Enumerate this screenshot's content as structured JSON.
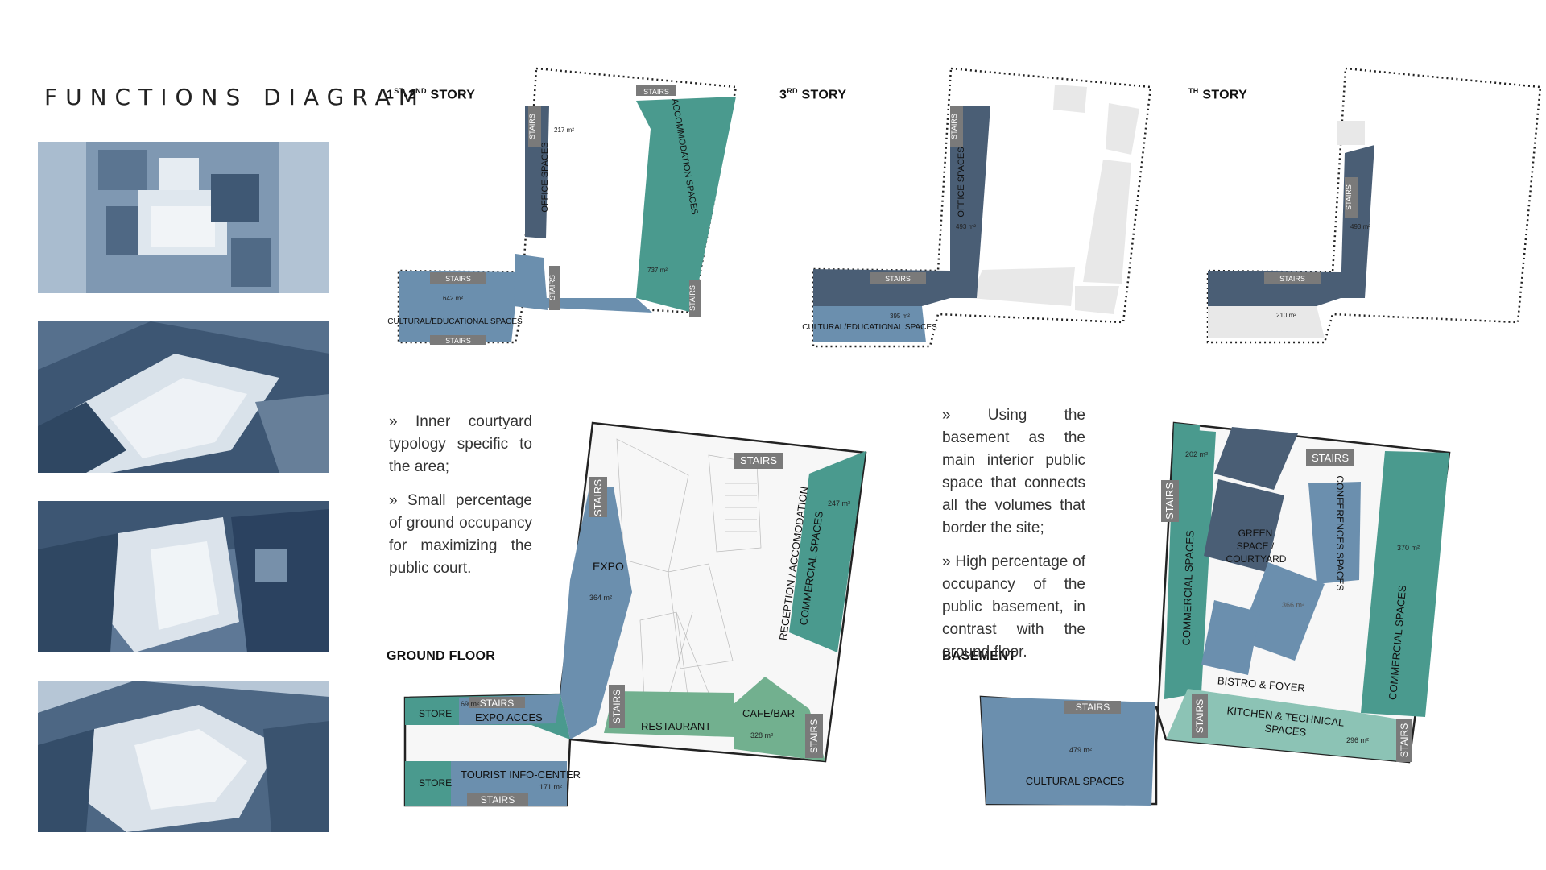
{
  "title": "FUNCTIONS DIAGRAM",
  "colors": {
    "office": "#4a5e75",
    "accommodation": "#4a9a8e",
    "cultural": "#6b8fae",
    "restaurant": "#72b08f",
    "light_teal": "#8cc3b5",
    "stairs": "#7a7a7a",
    "ghost": "#e8e8e8"
  },
  "photos": [
    {
      "label": "model-photo-1"
    },
    {
      "label": "model-photo-2"
    },
    {
      "label": "model-photo-3"
    },
    {
      "label": "model-photo-4"
    }
  ],
  "story12": {
    "heading_a": "1",
    "sup_a": "ST",
    "heading_b": "-2",
    "sup_b": "ND",
    "heading_c": " STORY",
    "stairs": "STAIRS",
    "office": "OFFICE SPACES",
    "office_area": "217 m²",
    "accommodation": "ACCOMMODATION SPACES",
    "accommodation_area": "737 m²",
    "cultural": "CULTURAL/EDUCATIONAL SPACES",
    "cultural_area": "642 m²"
  },
  "story3": {
    "heading_a": "3",
    "sup_a": "RD",
    "heading_c": " STORY",
    "stairs": "STAIRS",
    "office": "OFFICE SPACES",
    "office_area": "493 m²",
    "cultural": "CULTURAL/EDUCATIONAL SPACES",
    "cultural_area": "395 m²"
  },
  "story4": {
    "sup_a": "TH",
    "heading_c": " STORY",
    "stairs": "STAIRS",
    "office_area": "493 m²",
    "cultural_area": "210 m²"
  },
  "text_left": [
    "» Inner courtyard typology specific to the area;",
    "» Small percentage of ground occupancy for maximizing the public court."
  ],
  "text_right": [
    "» Using the basement as the main interior public space that connects all the volumes that border the site;",
    "» High percentage of occupancy of the public basement, in contrast with the ground floor."
  ],
  "ground": {
    "heading": "GROUND FLOOR",
    "stairs": "STAIRS",
    "expo": "EXPO",
    "expo_area": "364 m²",
    "reception": "RECEPTION / ACCOMODATION",
    "commercial": "COMMERCIAL SPACES",
    "reception_area": "247 m²",
    "store": "STORE",
    "store_area": "69 m²",
    "expo_access": "EXPO ACCES",
    "tourist": "TOURIST INFO-CENTER",
    "tourist_area": "171 m²",
    "restaurant": "RESTAURANT",
    "cafe": "CAFE/BAR",
    "cafe_area": "328 m²"
  },
  "basement": {
    "heading": "BASEMENT",
    "stairs": "STAIRS",
    "area_202": "202 m²",
    "commercial": "COMMERCIAL SPACES",
    "green_a": "GREEN",
    "green_b": "SPACE /",
    "green_c": "COURTYARD",
    "conferences": "CONFERENCES SPACES",
    "area_366": "366 m²",
    "area_370": "370 m²",
    "bistro": "BISTRO & FOYER",
    "kitchen_a": "KITCHEN & TECHNICAL",
    "kitchen_b": "SPACES",
    "kitchen_area": "296 m²",
    "cultural": "CULTURAL SPACES",
    "cultural_area": "479 m²"
  }
}
